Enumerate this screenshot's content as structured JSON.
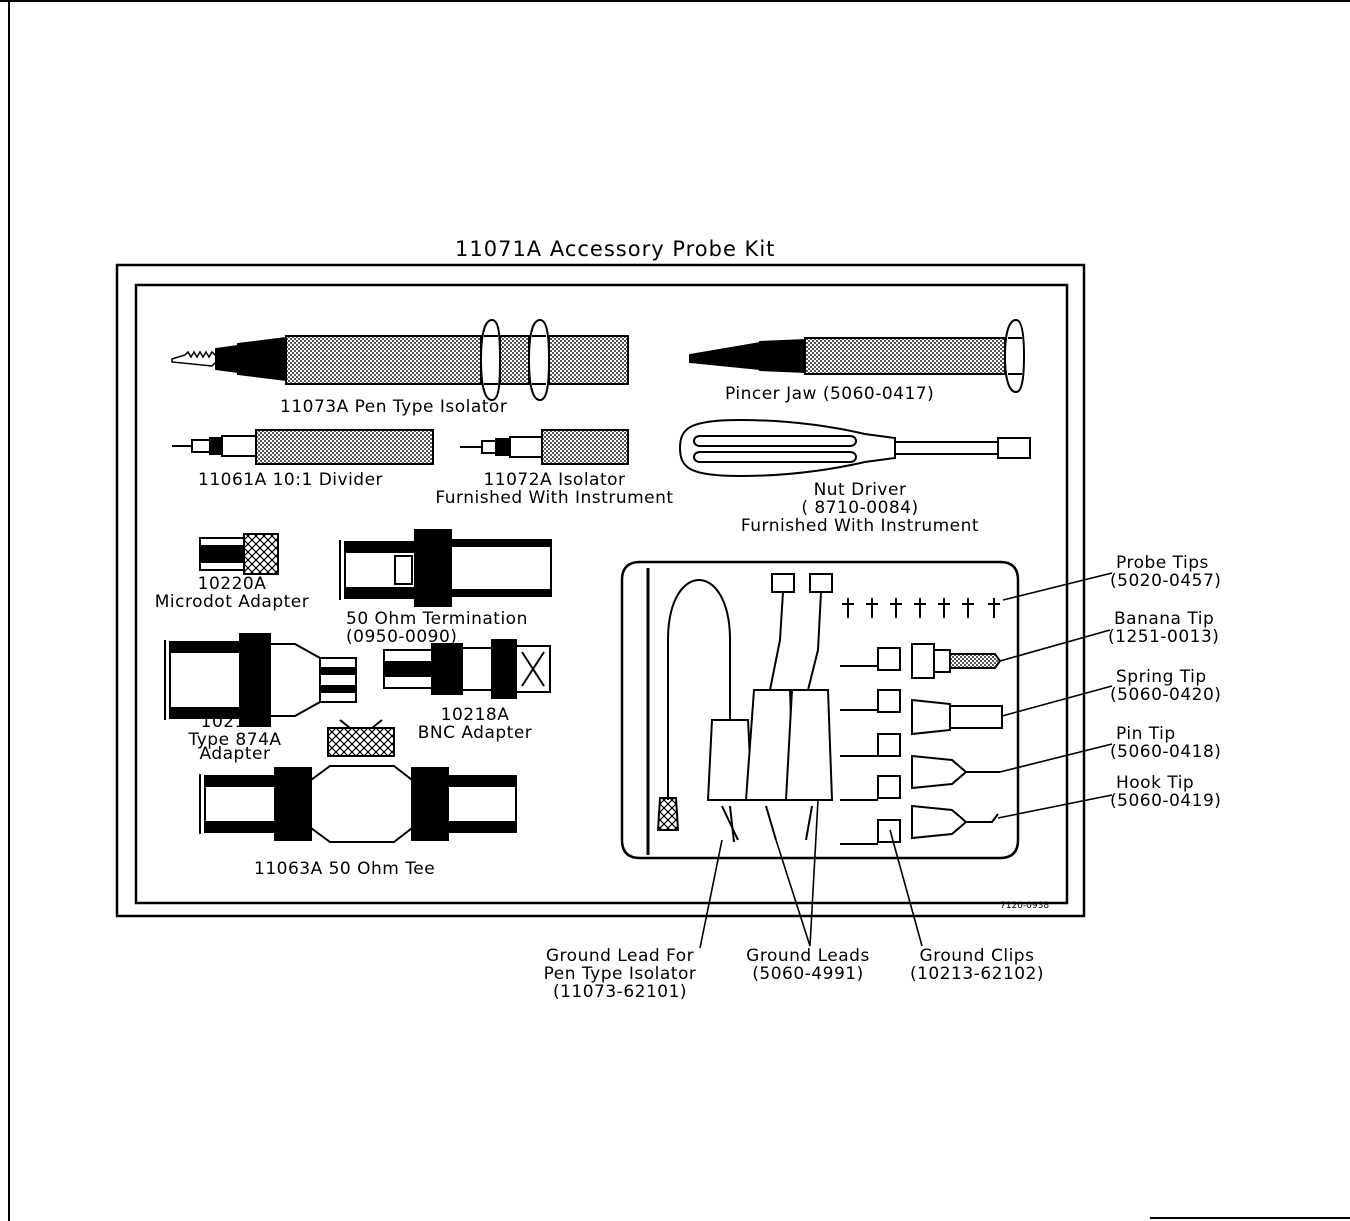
{
  "title": "11071A Accessory Probe Kit",
  "drawing_number": "7120-0938",
  "items": {
    "pen_type_isolator": "11073A  Pen Type Isolator",
    "pincer_jaw": "Pincer  Jaw  (5060-0417)",
    "divider": "11061A  10:1  Divider",
    "isolator_1": "11072A  Isolator",
    "isolator_2": "Furnished  With  Instrument",
    "nut_driver_1": "Nut  Driver",
    "nut_driver_2": "( 8710-0084)",
    "nut_driver_3": "Furnished  With  Instrument",
    "microdot_1": "10220A",
    "microdot_2": "Microdot  Adapter",
    "termination_1": "50  Ohm  Termination",
    "termination_2": "(0950-0090)",
    "type874_1": "10219A",
    "type874_2": "Type  874A",
    "type874_3": "Adapter",
    "bnc_1": "10218A",
    "bnc_2": "BNC  Adapter",
    "tee": "11063A  50  Ohm  Tee",
    "probe_tips_1": "Probe  Tips",
    "probe_tips_2": "(5020-0457)",
    "banana_1": "Banana  Tip",
    "banana_2": "(1251-0013)",
    "spring_1": "Spring  Tip",
    "spring_2": "(5060-0420)",
    "pin_1": "Pin  Tip",
    "pin_2": "(5060-0418)",
    "hook_1": "Hook  Tip",
    "hook_2": "(5060-0419)",
    "gl_pen_1": "Ground  Lead  For",
    "gl_pen_2": "Pen  Type  Isolator",
    "gl_pen_3": "(11073-62101)",
    "gleads_1": "Ground  Leads",
    "gleads_2": "(5060-4991)",
    "gclips_1": "Ground  Clips",
    "gclips_2": "(10213-62102)"
  }
}
